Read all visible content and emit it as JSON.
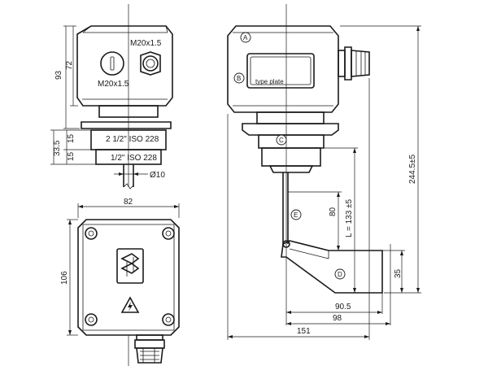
{
  "front_view": {
    "cable_entry_top": "M20x1.5",
    "cable_entry_left": "M20x1.5",
    "thread_upper": "2 1/2\" ISO 228",
    "thread_lower": "1/2\" ISO 228",
    "dim_total_height": "93",
    "dim_housing_height": "72",
    "dim_thread_block": "33.5",
    "dim_thread_upper": "15",
    "dim_thread_lower": "15",
    "dim_shaft_diameter": "Ø10"
  },
  "top_view": {
    "dim_width": "82",
    "dim_depth": "106"
  },
  "side_view": {
    "label_a": "A",
    "label_b": "B",
    "label_c": "C",
    "label_d": "D",
    "label_e": "E",
    "type_plate": "type plate",
    "dim_total_height": "244.5±5",
    "dim_length_L": "L = 133 ±5",
    "dim_80": "80",
    "dim_35": "35",
    "dim_90_5": "90.5",
    "dim_98": "98",
    "dim_151": "151"
  }
}
